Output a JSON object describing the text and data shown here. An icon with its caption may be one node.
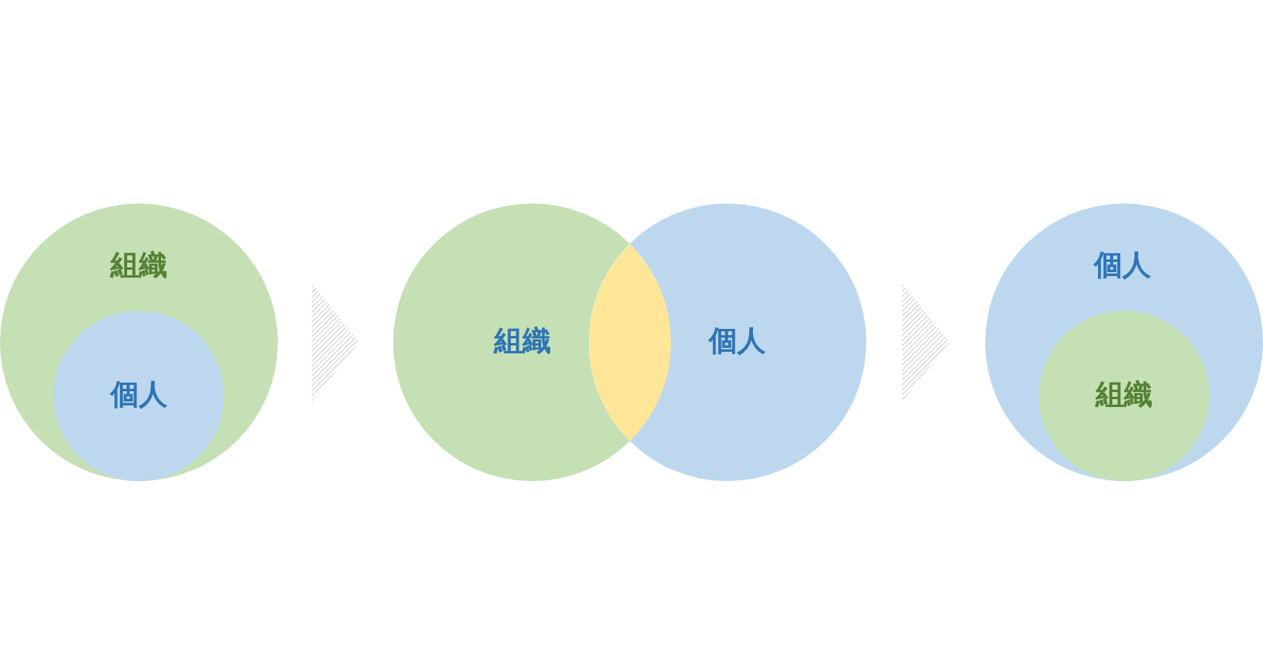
{
  "diagram": {
    "nodes": [
      {
        "text": [
          "組織"
        ]
      },
      {
        "text": [
          "個人"
        ],
        "in": 0
      },
      {
        "text": [
          "組織"
        ]
      },
      {
        "text": [],
        "shape": "lens"
      },
      {
        "text": [
          "個人"
        ]
      },
      {
        "text": [
          "個人"
        ]
      },
      {
        "text": [
          "組織"
        ],
        "in": 5
      }
    ],
    "edges": [
      {
        "from": 0,
        "to": 2,
        "arrow": "to"
      },
      {
        "from": 4,
        "to": 5,
        "arrow": "to"
      }
    ]
  }
}
